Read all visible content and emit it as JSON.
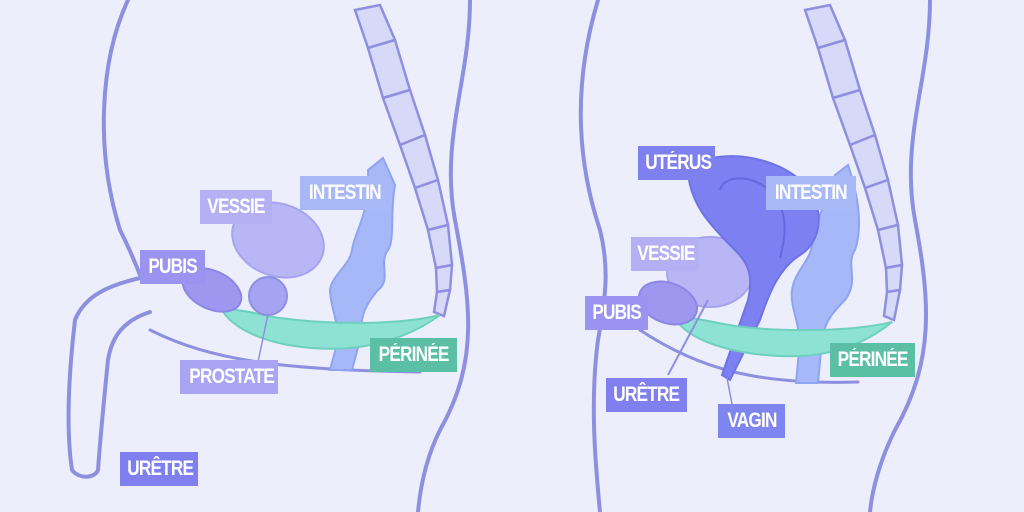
{
  "colors": {
    "background": "#eceefc",
    "outline": "#8f8fe0",
    "pubis": "#9d97f0",
    "vessie": "#b9b6f5",
    "prostate": "#a5a3f2",
    "intestin": "#a6b8f8",
    "perinee": "#8de2d4",
    "uterus": "#7c80f0",
    "perinee_label": "#5bbfa5"
  },
  "male": {
    "labels": {
      "vessie": "VESSIE",
      "intestin": "INTESTIN",
      "pubis": "PUBIS",
      "prostate": "PROSTATE",
      "perinee": "PÉRINÉE",
      "uretre": "URÊTRE"
    }
  },
  "female": {
    "labels": {
      "uterus": "UTÉRUS",
      "intestin": "INTESTIN",
      "vessie": "VESSIE",
      "pubis": "PUBIS",
      "perinee": "PÉRINÉE",
      "uretre": "URÊTRE",
      "vagin": "VAGIN"
    }
  }
}
